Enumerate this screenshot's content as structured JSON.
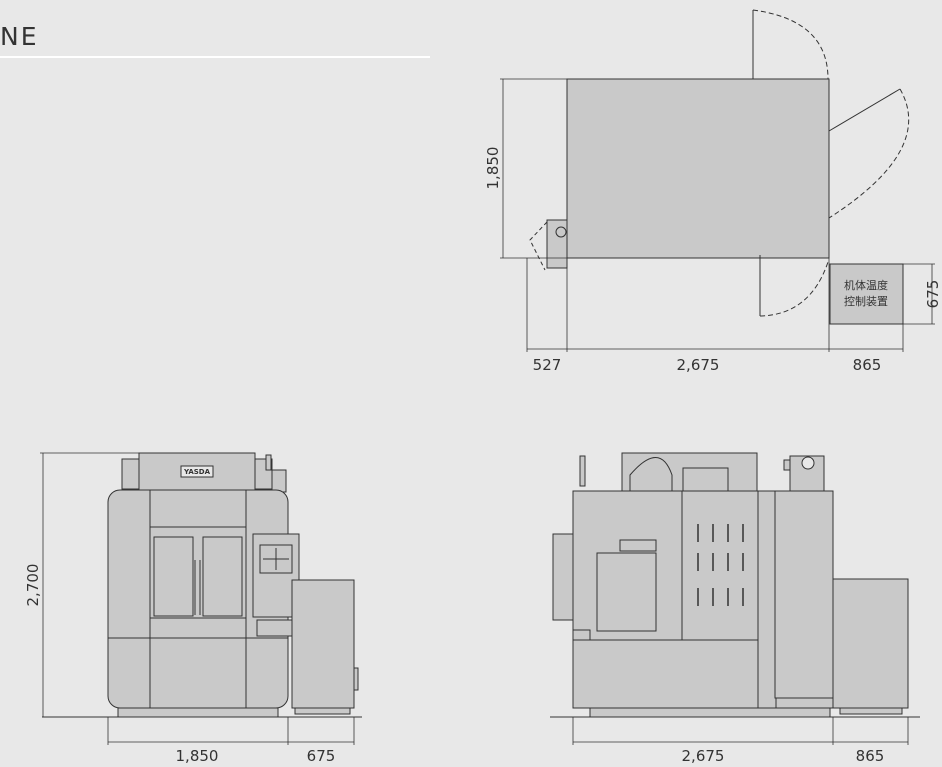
{
  "header": {
    "title": "NE"
  },
  "plan_view": {
    "width_dim": "1,850",
    "left_offset_dim": "527",
    "length_dim": "2,675",
    "controller_width_dim": "865",
    "controller_depth_dim": "675",
    "controller_label_line1": "机体温度",
    "controller_label_line2": "控制装置"
  },
  "front_view": {
    "height_dim": "2,700",
    "width_dim": "1,850",
    "side_dim": "675",
    "brand_label": "YASDA"
  },
  "side_view": {
    "length_dim": "2,675",
    "side_dim": "865"
  },
  "colors": {
    "background": "#e8e8e8",
    "machine_fill": "#c9c9c9",
    "stroke": "#333333"
  }
}
